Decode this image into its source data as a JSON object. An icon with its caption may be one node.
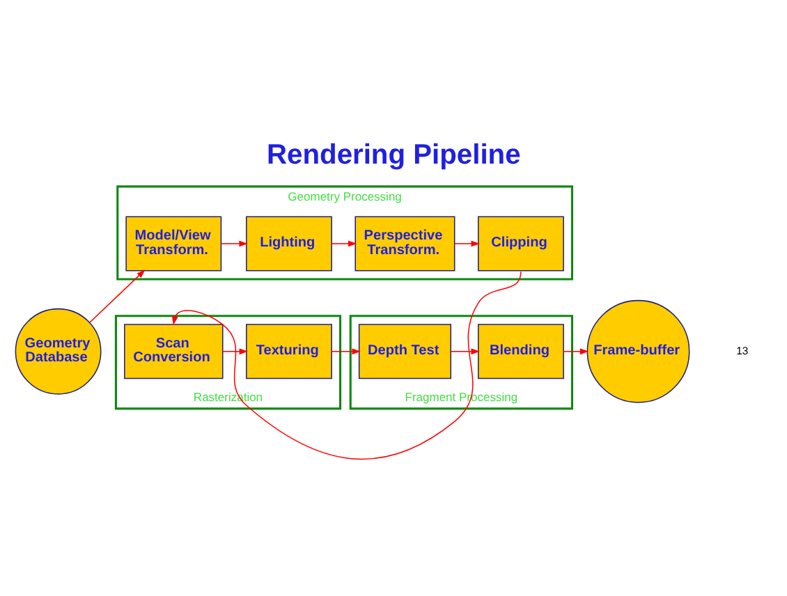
{
  "diagram": {
    "title": "Rendering Pipeline",
    "nodes": [
      {
        "text": [
          "Geometry Database"
        ]
      },
      {
        "text": [
          "Geometry Processing"
        ]
      },
      {
        "text": [
          "Model/View Transform."
        ],
        "in": 1
      },
      {
        "text": [
          "Lighting"
        ],
        "in": 1
      },
      {
        "text": [
          "Perspective Transform."
        ],
        "in": 1
      },
      {
        "text": [
          "Clipping"
        ],
        "in": 1
      },
      {
        "text": [
          "Rasterization"
        ]
      },
      {
        "text": [
          "Scan Conversion"
        ],
        "in": 6
      },
      {
        "text": [
          "Texturing"
        ],
        "in": 6
      },
      {
        "text": [
          "Fragment Processing"
        ]
      },
      {
        "text": [
          "Depth Test"
        ],
        "in": 9
      },
      {
        "text": [
          "Blending"
        ],
        "in": 9
      },
      {
        "text": [
          "Frame-buffer"
        ]
      }
    ],
    "edges": [
      {
        "from": 0,
        "to": 2,
        "arrow": "to",
        "color": "#ff0000"
      },
      {
        "from": 2,
        "to": 3,
        "arrow": "to",
        "color": "#ff0000"
      },
      {
        "from": 3,
        "to": 4,
        "arrow": "to",
        "color": "#ff0000"
      },
      {
        "from": 4,
        "to": 5,
        "arrow": "to",
        "color": "#ff0000"
      },
      {
        "from": 5,
        "to": 7,
        "arrow": "to",
        "color": "#ff0000"
      },
      {
        "from": 7,
        "to": 8,
        "arrow": "to",
        "color": "#ff0000"
      },
      {
        "from": 8,
        "to": 10,
        "arrow": "to",
        "color": "#ff0000"
      },
      {
        "from": 10,
        "to": 11,
        "arrow": "to",
        "color": "#ff0000"
      },
      {
        "from": 11,
        "to": 12,
        "arrow": "to",
        "color": "#ff0000"
      }
    ],
    "labels": [
      "13"
    ]
  }
}
